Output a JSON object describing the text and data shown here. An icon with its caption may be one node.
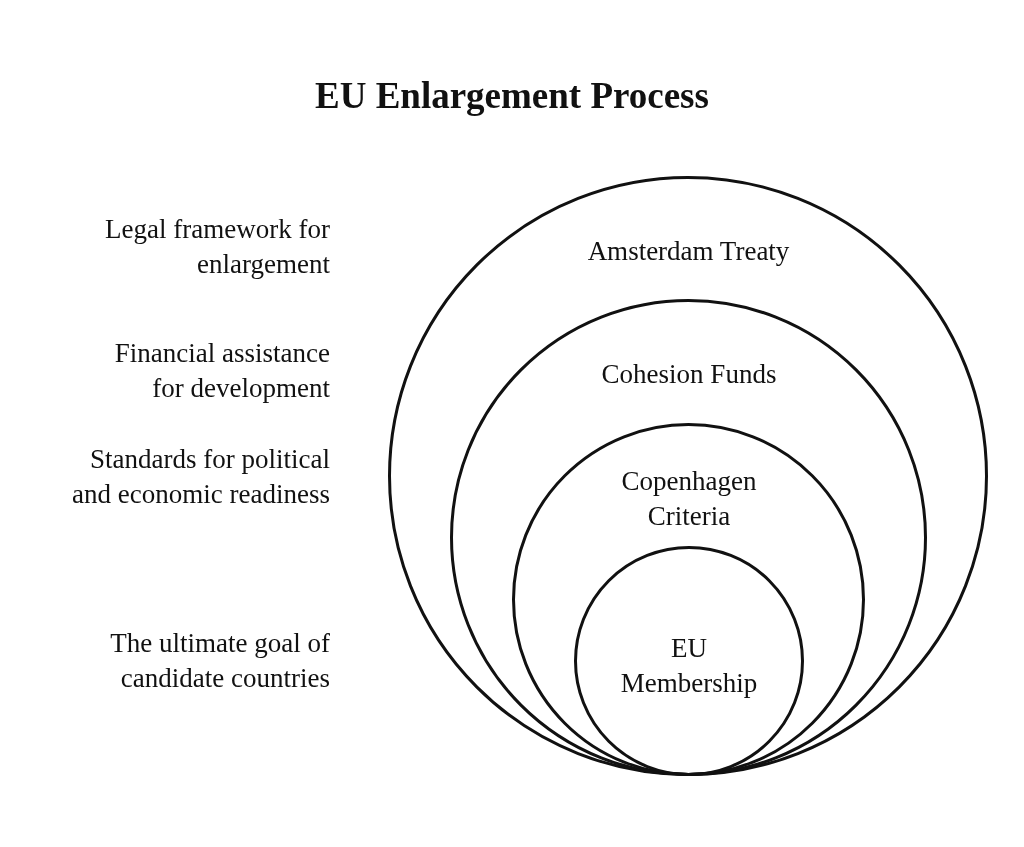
{
  "diagram": {
    "title": "EU Enlargement Process",
    "nodes": [
      {
        "text": [
          "Amsterdam Treaty"
        ]
      },
      {
        "text": [
          "Cohesion Funds"
        ],
        "in": 0
      },
      {
        "text": [
          "Copenhagen Criteria"
        ],
        "in": 1
      },
      {
        "text": [
          "EU Membership"
        ],
        "in": 2
      }
    ],
    "labels": [
      "Legal framework for enlargement",
      "Financial assistance for development",
      "Standards for political and economic readiness",
      "The ultimate goal of candidate countries"
    ]
  }
}
